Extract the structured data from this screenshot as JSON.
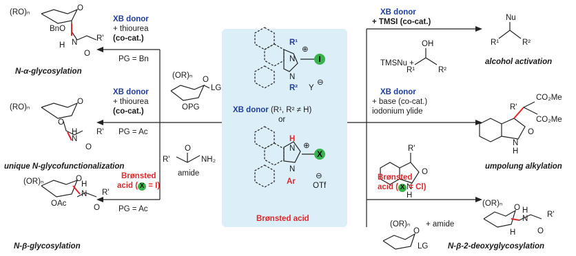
{
  "center": {
    "xb_label_bold": "XB donor",
    "xb_label_rest": "(R¹, R² ≠ H)",
    "or_label": "or",
    "bronsted_label": "Brønsted acid",
    "xb_atoms": {
      "r1": "R¹",
      "r2": "R²",
      "n": "N",
      "i": "I",
      "y": "Y",
      "plus": "⊕",
      "minus": "⊖"
    },
    "ba_atoms": {
      "h": "H",
      "n": "N",
      "ar": "Ar",
      "x": "X",
      "otf": "OTf",
      "plus": "⊕",
      "minus": "⊖"
    }
  },
  "left": {
    "row1": {
      "reagent_bold": "XB donor",
      "reagent_line2": "+ thiourea",
      "cocat": "(co-cat.)",
      "pg": "PG = Bn",
      "product_label": "N-α-glycosylation",
      "atoms": {
        "ro": "(RO)ₙ",
        "bno": "BnO",
        "o": "O",
        "h": "H",
        "n": "N",
        "o2": "O",
        "r": "R'"
      }
    },
    "row2": {
      "reagent_bold": "XB donor",
      "reagent_line2": "+ thiourea",
      "cocat": "(co-cat.)",
      "pg": "PG = Ac",
      "product_label": "unique N-glycofunctionalization",
      "atoms": {
        "ro": "(RO)ₙ",
        "o": "O",
        "o2": "O",
        "n": "N",
        "h": "H",
        "o3": "O",
        "r": "R'"
      }
    },
    "row3": {
      "reagent_red1": "Brønsted",
      "reagent_red2": "acid (",
      "x": "X",
      "reagent_red3": "= I)",
      "pg": "PG = Ac",
      "product_label": "N-β-glycosylation",
      "atoms": {
        "or": "(OR)ₙ",
        "o": "O",
        "oac": "OAc",
        "h": "H",
        "n": "N",
        "o2": "O",
        "r": "R'"
      }
    },
    "donor": {
      "or": "(OR)ₙ",
      "o": "O",
      "lg": "LG",
      "opg": "OPG"
    },
    "amide": {
      "label": "amide",
      "r": "R'",
      "o": "O",
      "nh2": "NH₂"
    }
  },
  "right": {
    "row1": {
      "reagent_bold": "XB donor",
      "reagent_rest": "+ TMSI (co-cat.)",
      "product_label": "alcohol activation",
      "reactant": {
        "tmsnu": "TMSNu +",
        "oh": "OH",
        "r1": "R¹",
        "r2": "R²"
      },
      "atoms": {
        "nu": "Nu",
        "r1": "R¹",
        "r2": "R²"
      }
    },
    "row2": {
      "reagent_bold": "XB donor",
      "reagent_line2": "+ base (co-cat.)",
      "reagent_line3": "iodonium ylide",
      "product_label": "umpolung alkylation",
      "reactant": {
        "r": "R'",
        "o": "O",
        "n": "N",
        "h": "H"
      },
      "atoms": {
        "co2me1": "CO₂Me",
        "co2me2": "CO₂Me",
        "r": "R'",
        "n": "N",
        "h": "H",
        "o": "O"
      }
    },
    "row3": {
      "reagent_red1": "Brønsted",
      "reagent_red2": "acid (",
      "x": "X",
      "reagent_red3": "= Cl)",
      "product_label": "N-β-2-deoxyglycosylation",
      "donor": {
        "or": "(OR)ₙ",
        "o": "O",
        "lg": "LG",
        "amide": "+ amide"
      },
      "atoms": {
        "or": "(OR)ₙ",
        "o": "O",
        "h": "H",
        "n": "N",
        "h2": "H",
        "o2": "O",
        "r": "R'"
      }
    }
  },
  "colors": {
    "panel": "#dceef8",
    "blue": "#1f3e9a",
    "red": "#e0282a",
    "green": "#38b24a"
  }
}
